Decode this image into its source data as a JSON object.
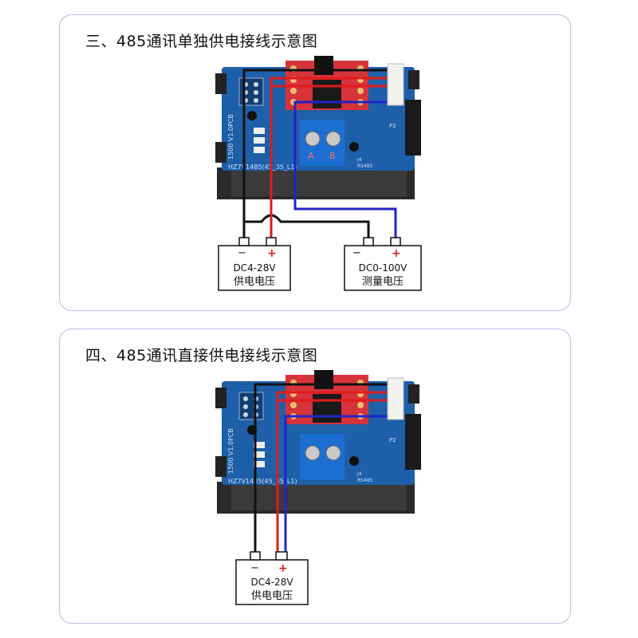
{
  "panels": [
    {
      "title": "三、485通讯单独供电接线示意图",
      "module": {
        "silk_left": "1500 V1.0PCB",
        "silk_bottom": "HZ7V1485(45_35_L1)",
        "terminal_a": "A",
        "terminal_b": "B",
        "header_label": "J4",
        "model_label": "RS485",
        "connector_label": "P2"
      },
      "supplies": [
        {
          "minus": "−",
          "plus": "+",
          "line1": "DC4-28V",
          "line2": "供电电压"
        },
        {
          "minus": "−",
          "plus": "+",
          "line1": "DC0-100V",
          "line2": "测量电压"
        }
      ]
    },
    {
      "title": "四、485通讯直接供电接线示意图",
      "module": {
        "silk_left": "1500 V1.0PCB",
        "silk_bottom": "HZ7V1485(45_35_L1)",
        "header_label": "J4",
        "model_label": "RS485",
        "connector_label": "P2"
      },
      "supplies": [
        {
          "minus": "−",
          "plus": "+",
          "line1": "DC4-28V",
          "line2": "供电电压"
        }
      ]
    }
  ],
  "colors": {
    "border": "#b9bde8",
    "pcb": "#1d5fa8",
    "pcb_dark": "#123f74",
    "adapter": "#d6333a",
    "terminal": "#1c6fd1",
    "wire_red": "#e11b1b",
    "wire_blue": "#2323c8",
    "wire_black": "#111111"
  }
}
